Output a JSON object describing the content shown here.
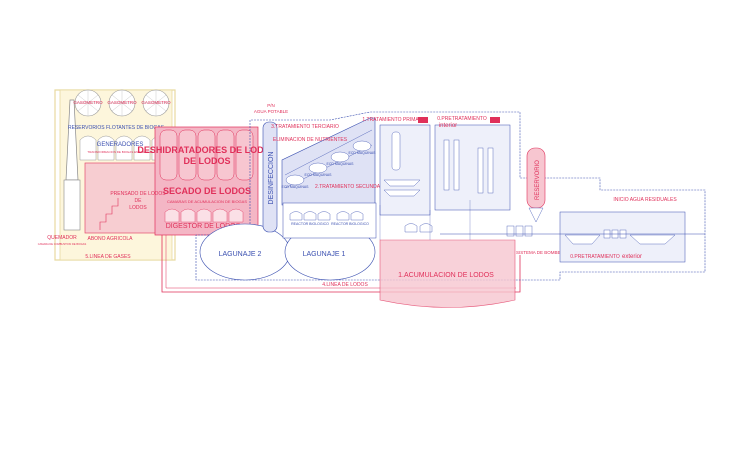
{
  "colors": {
    "red": "#e0305a",
    "blue": "#3a4fb0",
    "pink_fill": "#f7c6d0",
    "blue_fill": "#dfe2f5",
    "yellow": "#e8d9a0",
    "gray": "#888888"
  },
  "labels": {
    "quemador": "QUEMADOR",
    "quemador_sub": "CAMARA DE COMBUSTION DE BIOGAS",
    "abono": "ABONO AGRICOLA",
    "linea_gases": "5.LINEA DE GASES",
    "gasometro": "GASOMETRO",
    "reservorios_flotantes": "RESERVORIOS FLOTANTES DE BIOGAS",
    "generadores": "GENERADORES",
    "generadores_sub": "TRANSFORMACION DE BIOGAS EN ENERGIA",
    "prensado": "PRENSADO DE LODOS",
    "deshidratadores": "DESHIDRATADORES DE LODOS",
    "secado": "SECADO DE LODOS",
    "camaras_biogas": "CAMARAS DE ACUMULACION DE BIOGAS",
    "digestor": "DIGESTOR DE LODOS",
    "lagunaje2": "LAGUNAJE 2",
    "lagunaje1": "LAGUNAJE 1",
    "desinfeccion": "DESINFECCION",
    "pin": "P/N",
    "agua_potable": "AGUA POTABLE",
    "trat_terciario": "3.TRATAMIENTO TERCIARIO",
    "elim_nutrientes": "ELIMINACION DE NUTRIENTES",
    "ecd_maquinas": "ECD MAQUINAS",
    "reactor_biologico": "REACTOR BIOLOGICO",
    "trat_secundario": "2.TRATAMIENTO SECUNDARIO",
    "trat_primario": "1.TRATAMIENTO PRIMARIO",
    "pretrat_interior_num": "0.PRETRATAMIENTO",
    "pretrat_interior": "interior",
    "reservorio": "RESERVORIO",
    "acumulacion": "1.ACUMULACION DE LODOS",
    "linea_lodos": "4.LINEA DE LODOS",
    "sistema_bombeo": "SISTEMA DE BOMBEO",
    "inicio_agua": "INICIO AGUA RESIDUALES",
    "pretrat_exterior_num": "0.PRETRATAMIENTO",
    "pretrat_exterior": "exterior"
  }
}
